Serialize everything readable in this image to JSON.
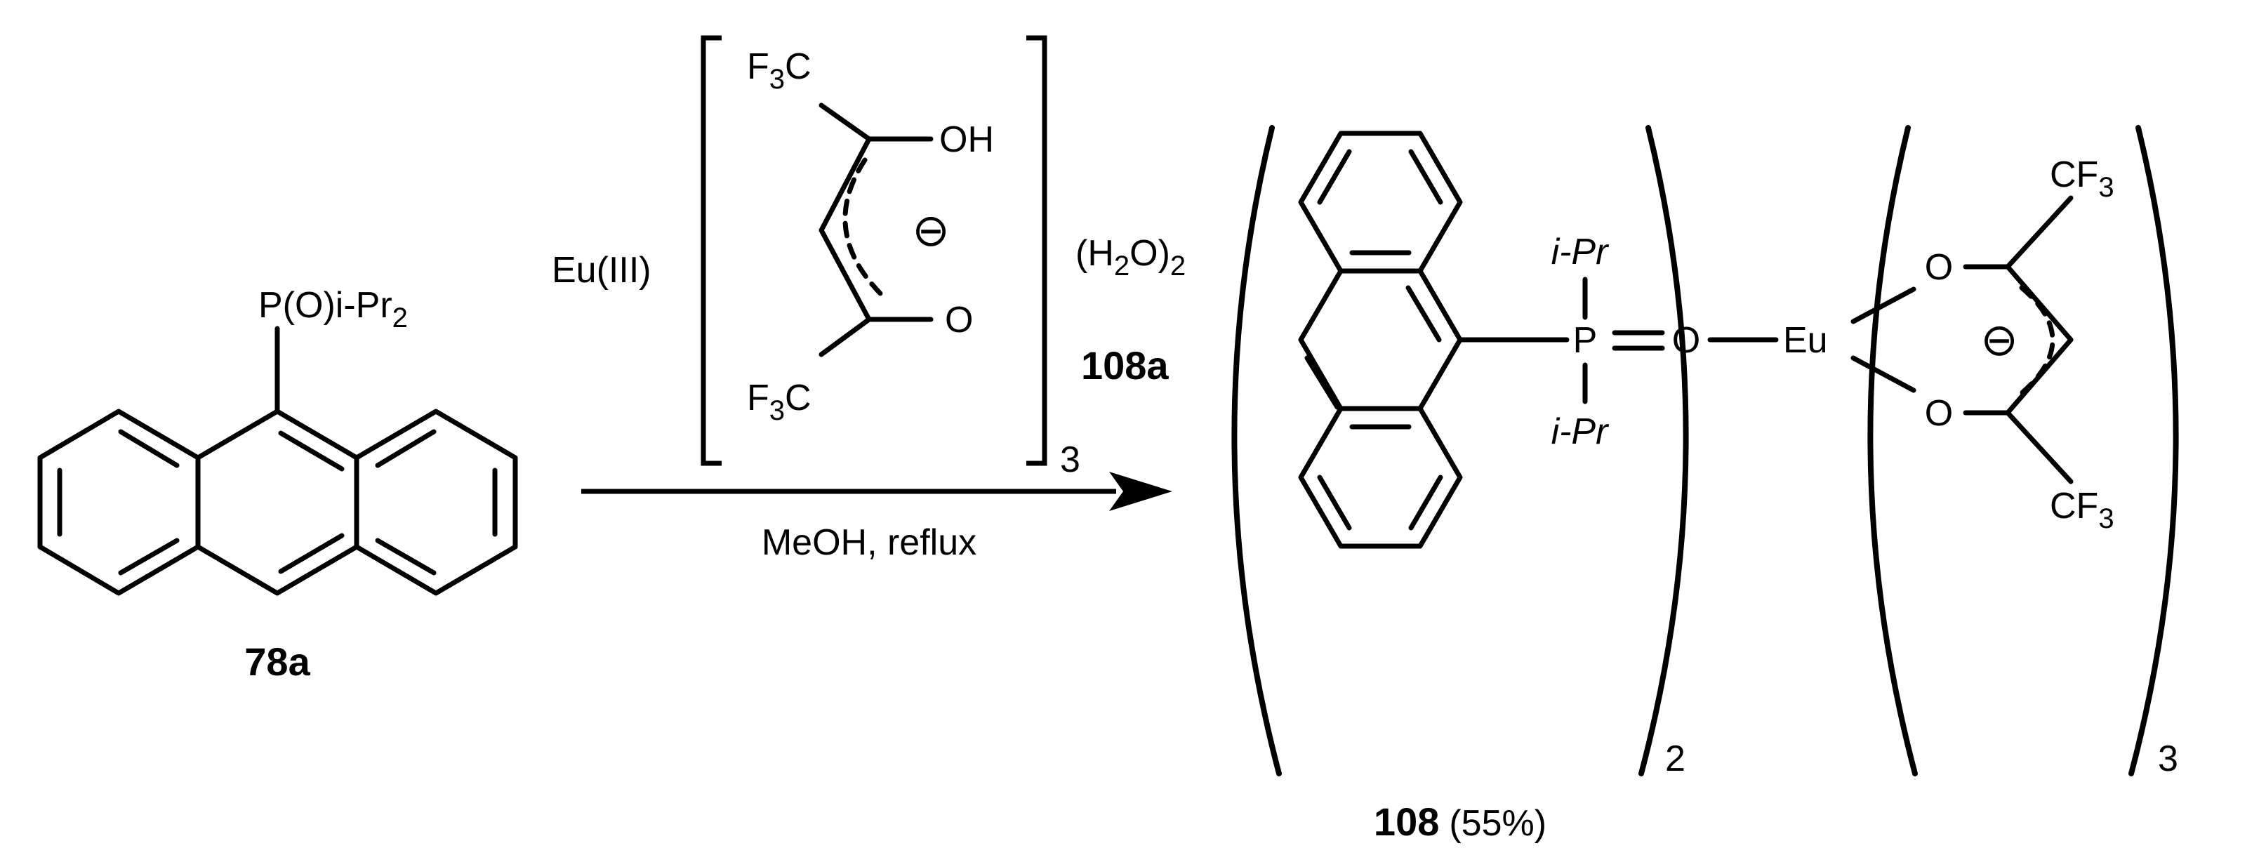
{
  "scheme": {
    "reactant": {
      "substituent_label": "P(O)i-Pr",
      "substituent_subscript": "2",
      "compound_number": "78a"
    },
    "reagent": {
      "metal": "Eu(III)",
      "ligand_top_group": "F",
      "ligand_top_group_sub": "3",
      "ligand_top_group_tail": "C",
      "ligand_bottom_group": "F",
      "ligand_bottom_group_sub": "3",
      "ligand_bottom_group_tail": "C",
      "hydroxyl": "OH",
      "oxygen": "O",
      "charge": "⊖",
      "bracket_count": "3",
      "hydrate": "(H",
      "hydrate_sub": "2",
      "hydrate_tail": "O)",
      "hydrate_count": "2",
      "compound_number": "108a"
    },
    "conditions": "MeOH, reflux",
    "product": {
      "ipr_top": "i-Pr",
      "ipr_bottom": "i-Pr",
      "phosphorus": "P",
      "oxygen": "O",
      "metal": "Eu",
      "ring_o_top": "O",
      "ring_o_bottom": "O",
      "cf3_top": "CF",
      "cf3_top_sub": "3",
      "cf3_bottom": "CF",
      "cf3_bottom_sub": "3",
      "charge": "⊖",
      "count_left": "2",
      "count_right": "3",
      "compound_number": "108",
      "yield": "(55%)"
    }
  }
}
